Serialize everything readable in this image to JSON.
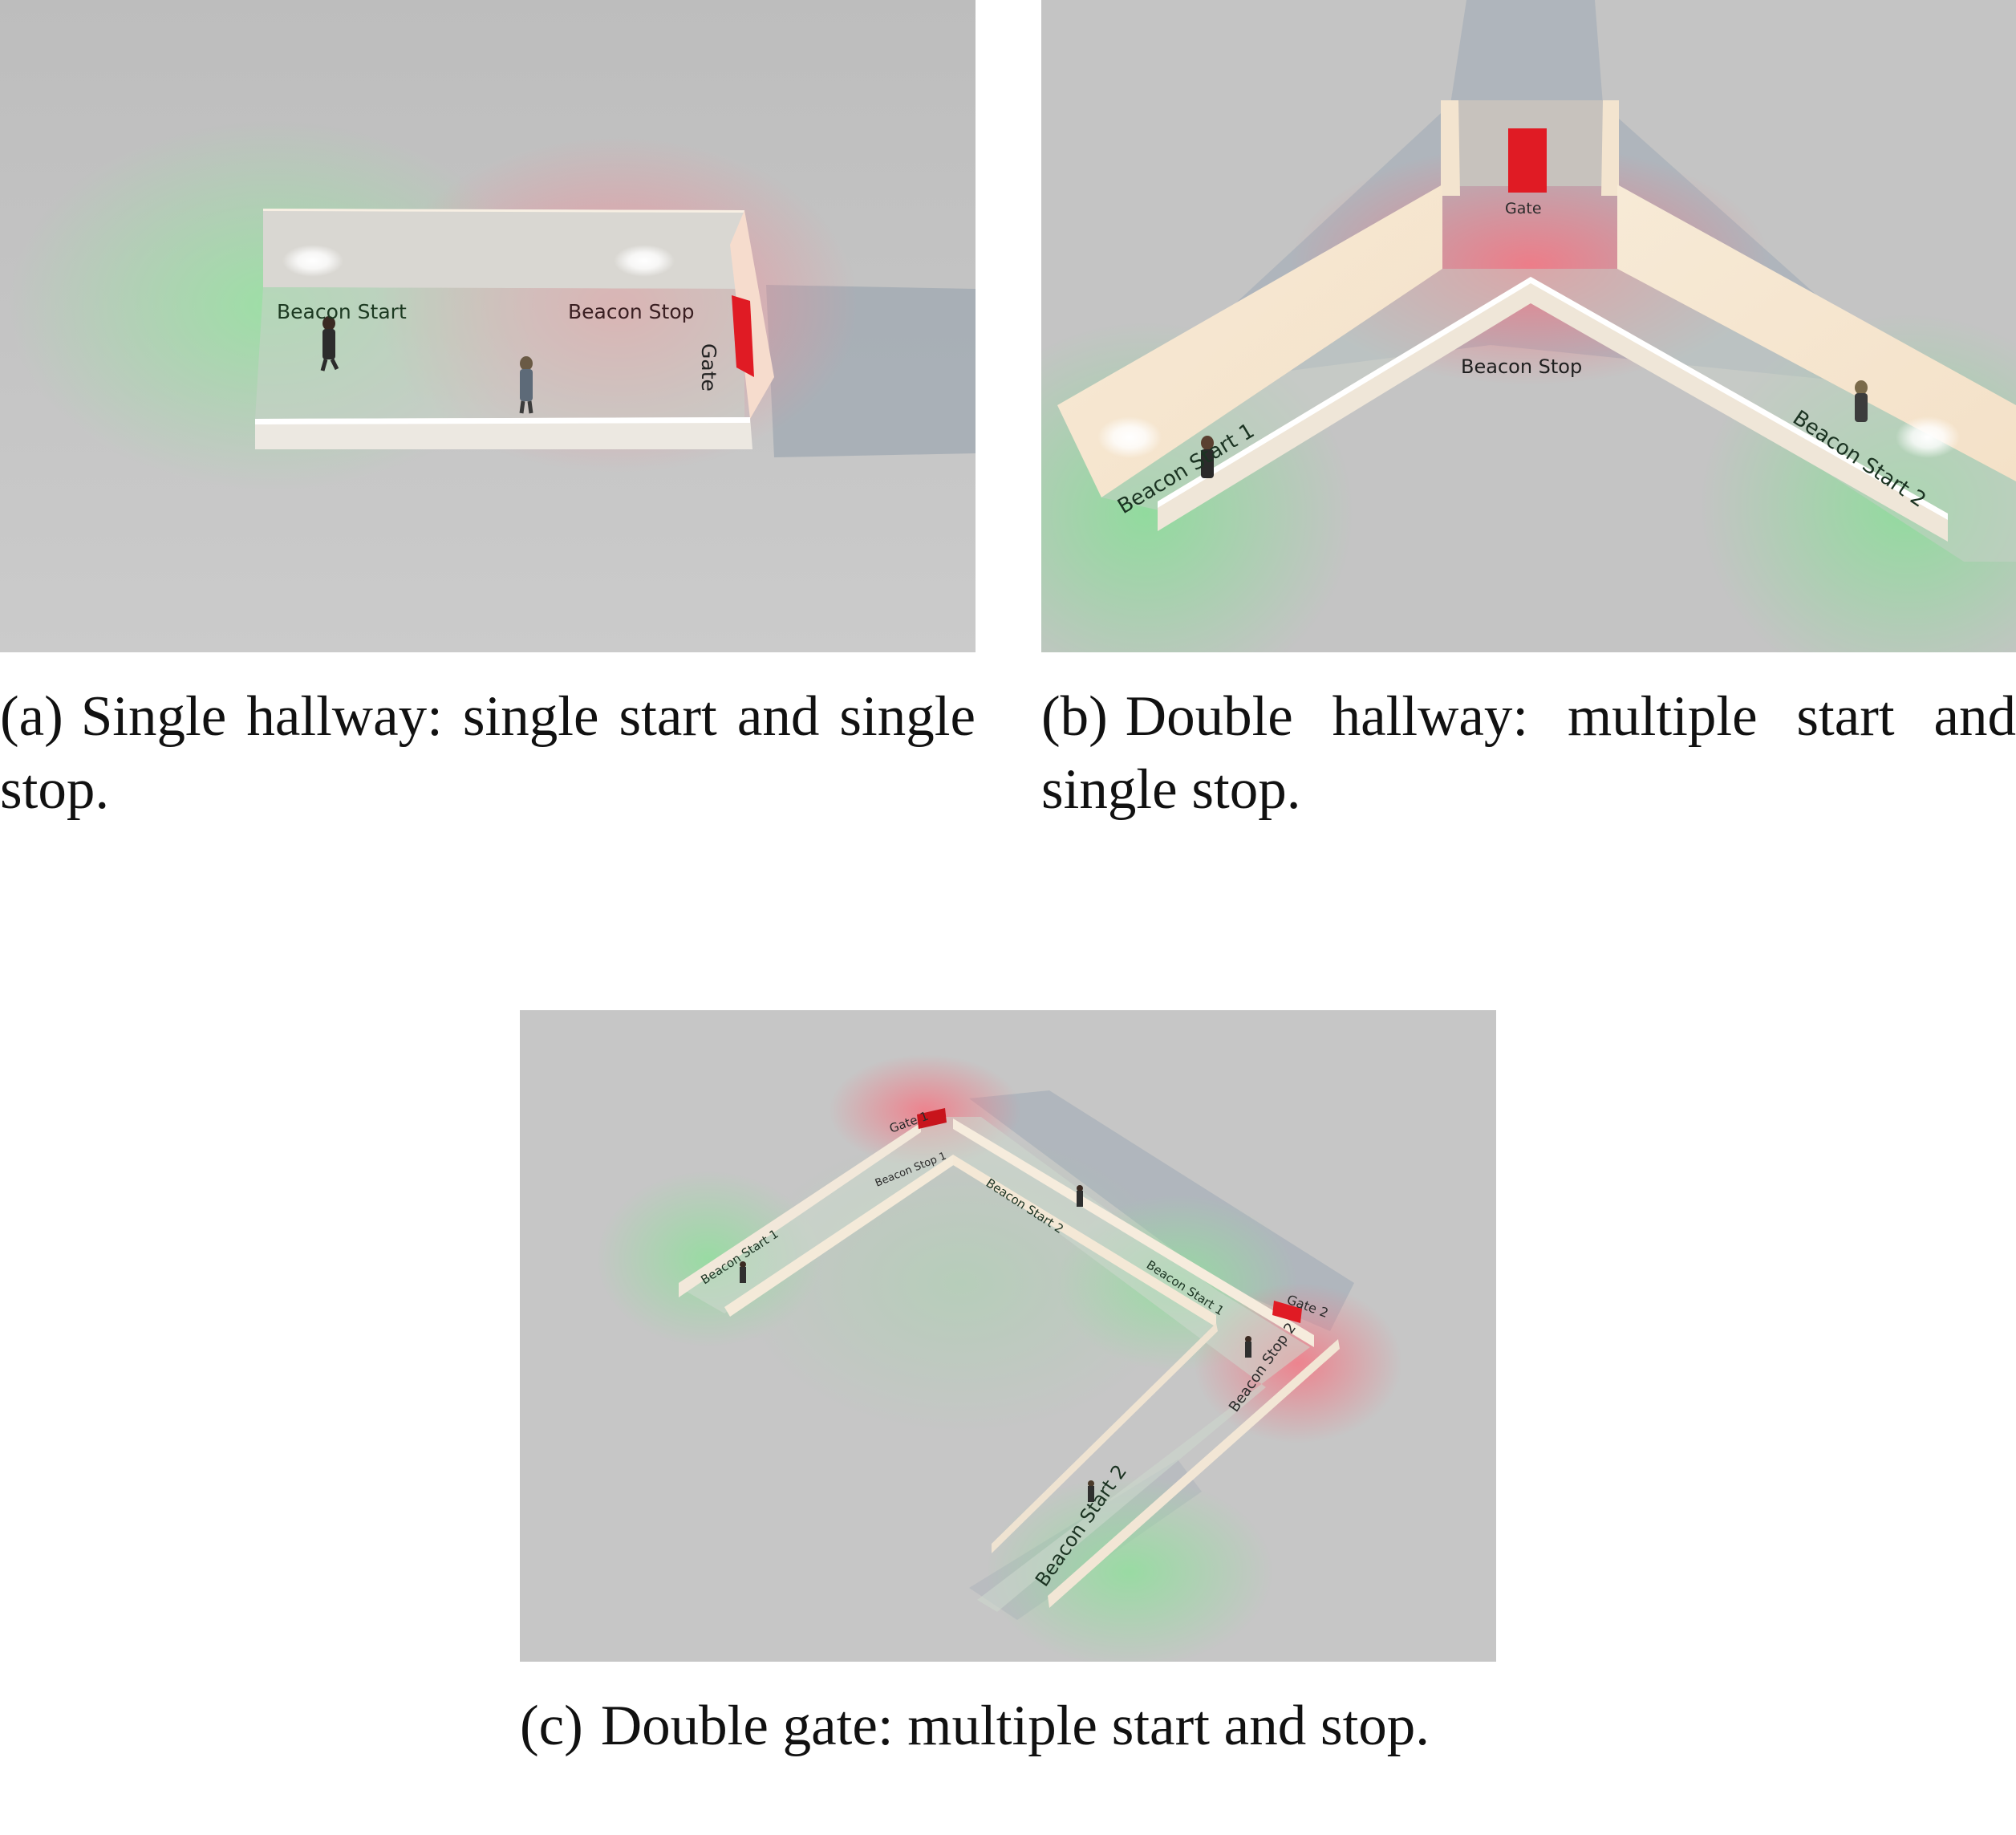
{
  "figure": {
    "panels": [
      {
        "label": "(a)",
        "caption": "Single hallway: single start and single stop.",
        "scene_labels": {
          "start": "Beacon Start",
          "stop": "Beacon Stop",
          "gate": "Gate"
        }
      },
      {
        "label": "(b)",
        "caption": "Double hallway: multiple start and single stop.",
        "scene_labels": {
          "gate": "Gate",
          "stop": "Beacon Stop",
          "start1": "Beacon Start 1",
          "start2": "Beacon Start 2"
        }
      },
      {
        "label": "(c)",
        "caption": "Double gate: multiple start and stop.",
        "scene_labels": {
          "gate1": "Gate 1",
          "stop1": "Beacon Stop 1",
          "start1": "Beacon Start 1",
          "start2_top": "Beacon Start 2",
          "start1_right": "Beacon Start 1",
          "gate2": "Gate 2",
          "stop2": "Beacon Stop 2",
          "start2_bottom": "Beacon Start 2"
        }
      }
    ],
    "colors": {
      "floor": "#c3c3c3",
      "wall": "#f4e6d2",
      "start_light": "#8fd99a",
      "stop_light": "#f07a86",
      "gate_door": "#e01b24",
      "shadow": "#9aa3ad"
    }
  }
}
